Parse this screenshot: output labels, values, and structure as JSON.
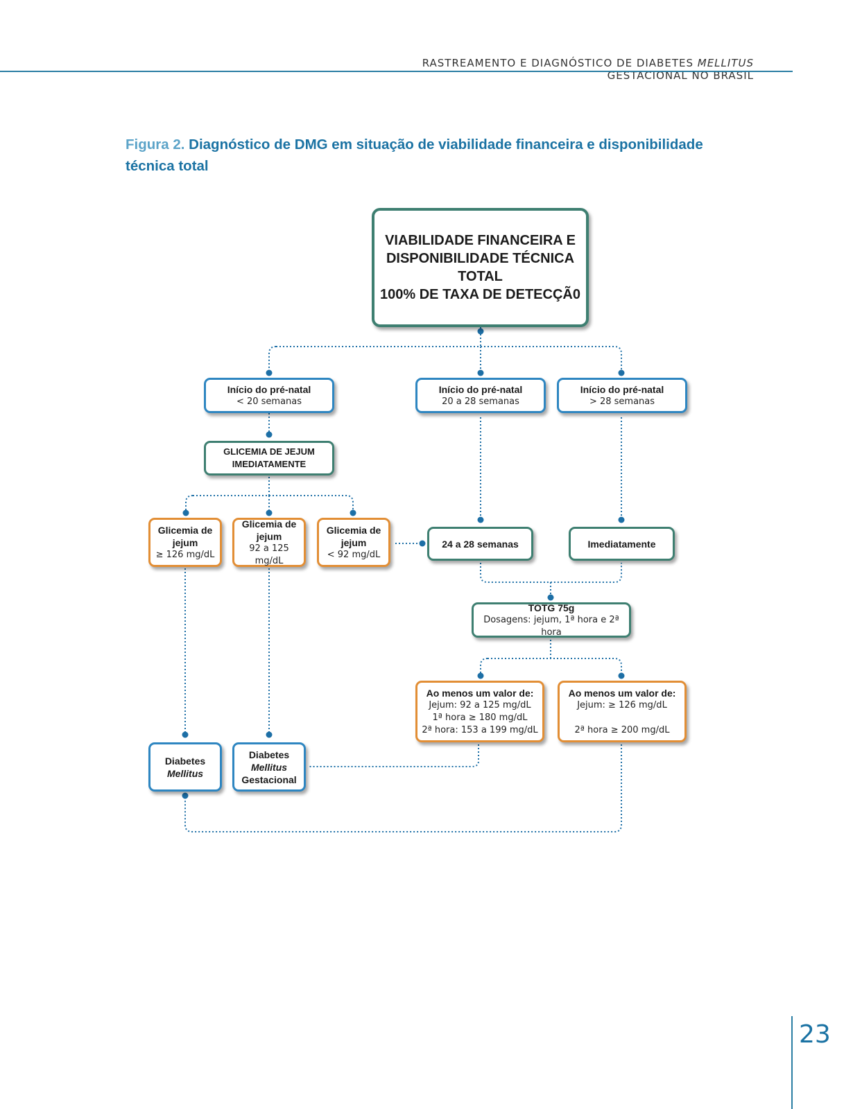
{
  "header": {
    "running_title_pre": "RASTREAMENTO E DIAGNÓSTICO DE DIABETES ",
    "running_title_italic": "MELLITUS",
    "running_title_post": " GESTACIONAL NO BRASIL"
  },
  "figure": {
    "label": "Figura 2.",
    "title": "Diagnóstico de DMG em situação de viabilidade financeira e disponibilidade técnica total"
  },
  "diagram": {
    "root": {
      "line1": "VIABILIDADE FINANCEIRA E",
      "line2": "DISPONIBILIDADE TÉCNICA TOTAL",
      "line3": "100% DE TAXA DE DETECÇÃ0"
    },
    "prenatal_lt20": {
      "title": "Início do pré-natal",
      "sub": "< 20 semanas"
    },
    "prenatal_20_28": {
      "title": "Início do pré-natal",
      "sub": "20 a 28 semanas"
    },
    "prenatal_gt28": {
      "title": "Início do pré-natal",
      "sub": "> 28 semanas"
    },
    "fasting_now": {
      "line1": "GLICEMIA DE JEJUM",
      "line2": "IMEDIATAMENTE"
    },
    "fasting_ge126": {
      "line1": "Glicemia de",
      "line2": "jejum",
      "sub": "≥ 126 mg/dL"
    },
    "fasting_92_125": {
      "line1": "Glicemia de",
      "line2": "jejum",
      "sub": "92 a 125 mg/dL"
    },
    "fasting_lt92": {
      "line1": "Glicemia de",
      "line2": "jejum",
      "sub": "< 92 mg/dL"
    },
    "weeks_24_28": {
      "label": "24 a 28 semanas"
    },
    "immediately": {
      "label": "Imediatamente"
    },
    "totg": {
      "title": "TOTG 75g",
      "sub": "Dosagens: jejum, 1ª hora e 2ª hora"
    },
    "criteria_gdm": {
      "title": "Ao menos um valor de:",
      "l1": "Jejum: 92 a 125 mg/dL",
      "l2": "1ª hora ≥ 180 mg/dL",
      "l3": "2ª hora: 153 a 199 mg/dL"
    },
    "criteria_dm": {
      "title": "Ao menos um valor de:",
      "l1": "Jejum: ≥ 126 mg/dL",
      "l3": "2ª hora ≥ 200 mg/dL"
    },
    "dm": {
      "line1": "Diabetes",
      "line2": "Mellitus"
    },
    "gdm": {
      "line1": "Diabetes",
      "line2": "Mellitus",
      "line3": "Gestacional"
    }
  },
  "page_number": "23",
  "colors": {
    "teal_border": "#3e7f71",
    "blue_border": "#2e86c1",
    "orange_border": "#e28e35",
    "connector": "#1d6fa6",
    "caption_blue": "#1a72a3"
  }
}
